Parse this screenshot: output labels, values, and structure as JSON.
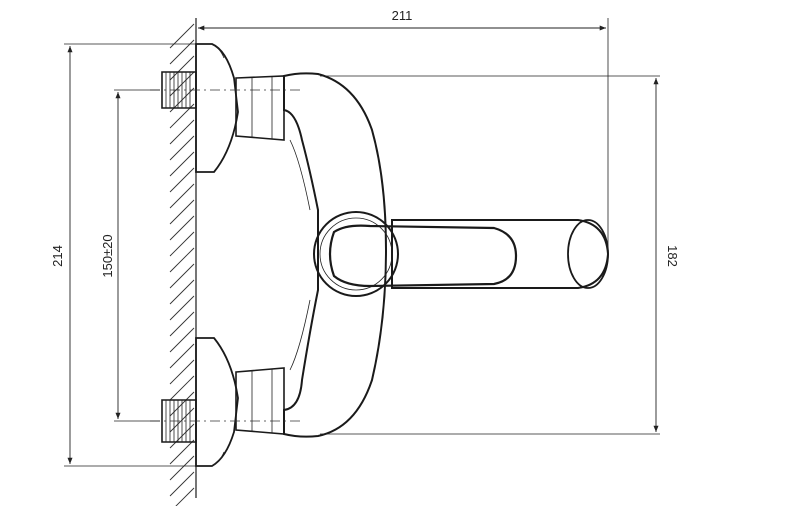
{
  "drawing": {
    "dimensions": {
      "overall_width": "211",
      "overall_height": "214",
      "outlet_height": "182",
      "inlet_spacing": "150±20"
    }
  }
}
